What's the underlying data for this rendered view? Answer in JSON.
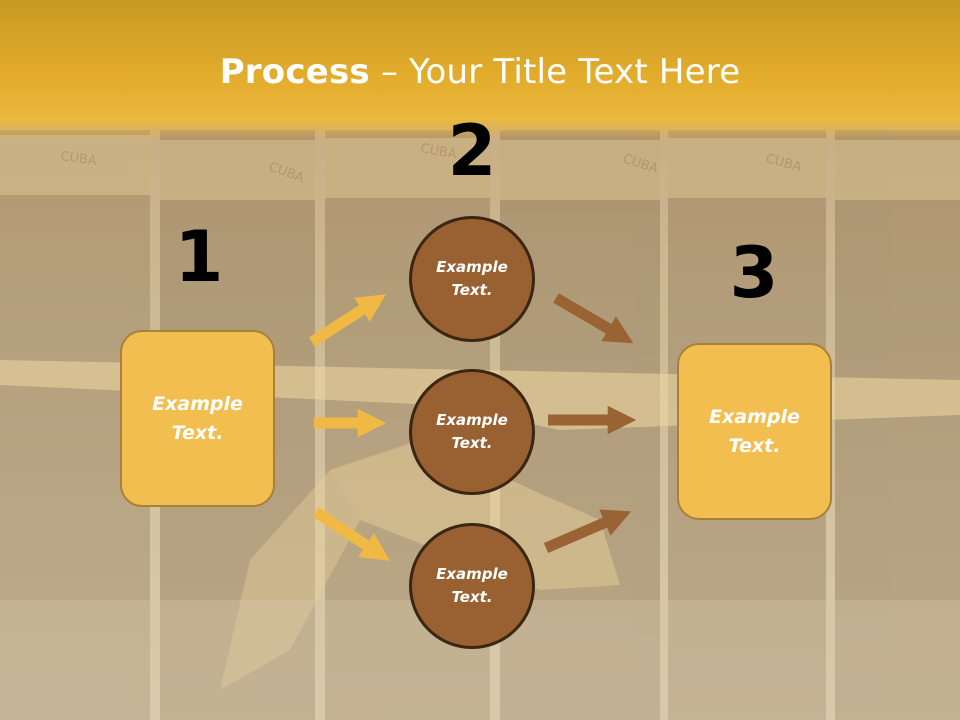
{
  "title": {
    "bold": "Process",
    "rest": " – Your Title Text Here"
  },
  "background_text": "CUBA",
  "colors": {
    "gold": "#f2be4f",
    "brown": "#996032",
    "gold_arrow": "#f0b944",
    "brown_arrow": "#9a6333"
  },
  "steps": [
    {
      "number": "1",
      "label": "Example\nText."
    },
    {
      "number": "2",
      "label": "Example\nText."
    },
    {
      "number": "3",
      "label": "Example\nText."
    }
  ],
  "circles": [
    {
      "label": "Example\nText."
    },
    {
      "label": "Example\nText."
    },
    {
      "label": "Example\nText."
    }
  ]
}
